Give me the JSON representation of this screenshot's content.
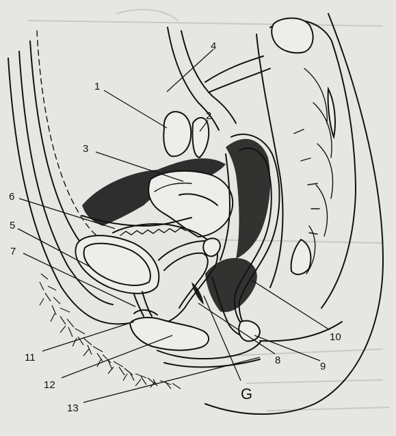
{
  "labels": {
    "l1": "1",
    "l2": "2",
    "l3": "3",
    "l4": "4",
    "l5": "5",
    "l6": "6",
    "l7": "7",
    "l8": "8",
    "l9": "9",
    "l10": "10",
    "l11": "11",
    "l12": "12",
    "l13": "13",
    "lG": "G"
  }
}
